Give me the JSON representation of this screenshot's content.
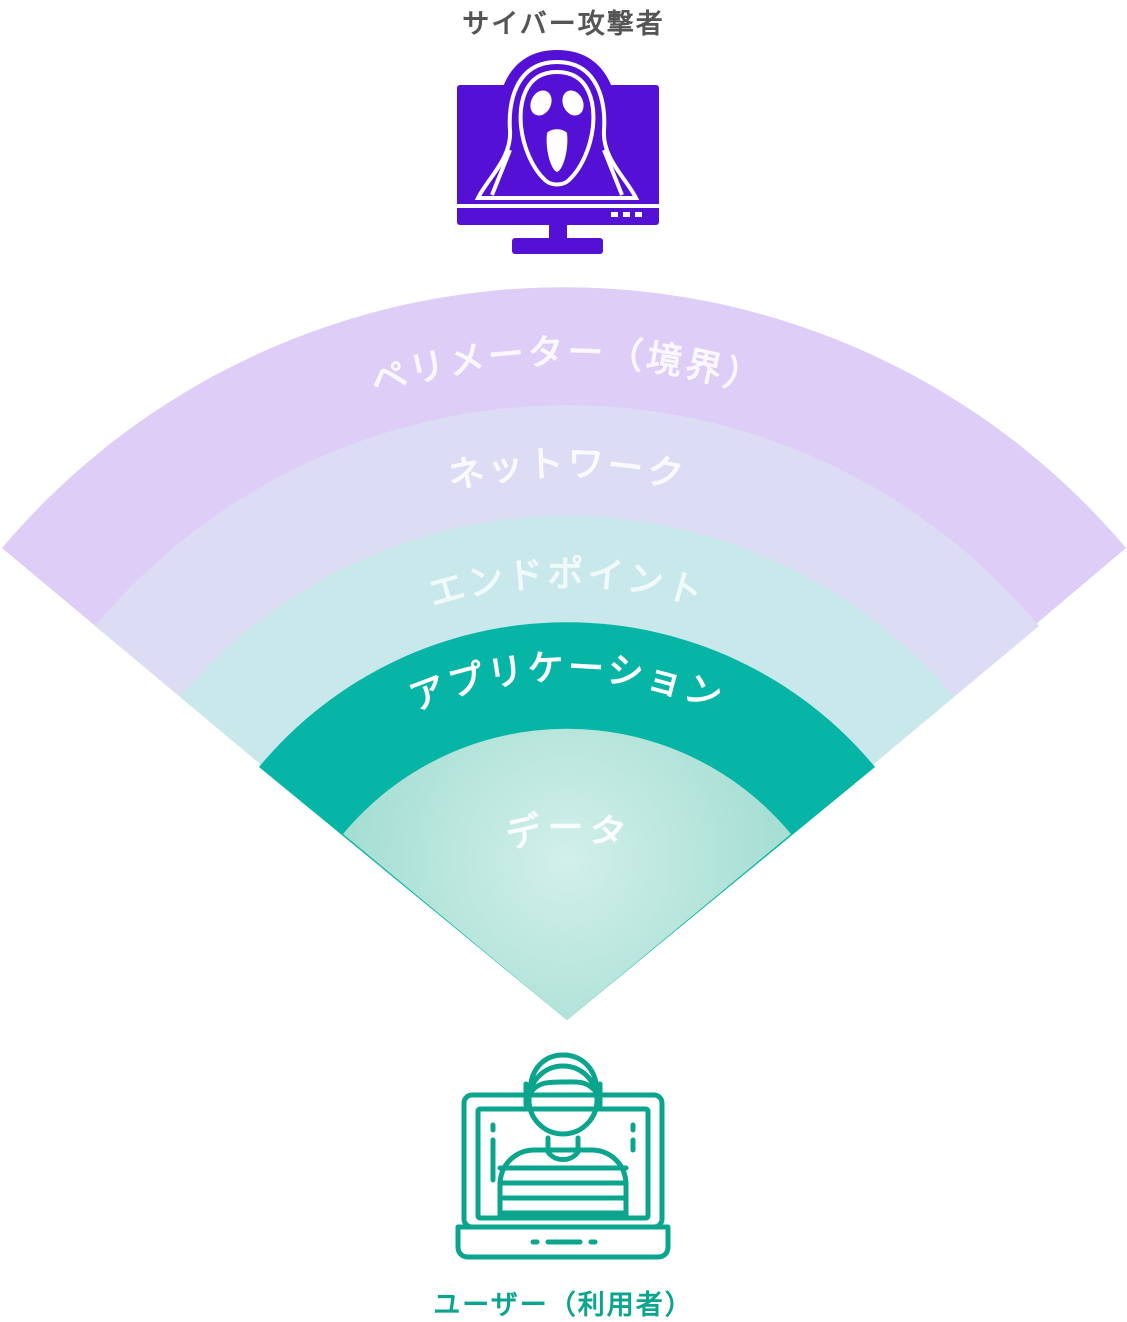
{
  "attacker": {
    "label": "サイバー攻撃者",
    "icon": "scream-mask-monitor-icon",
    "color": "#5410d4"
  },
  "user": {
    "label": "ユーザー（利用者）",
    "icon": "person-laptop-icon",
    "color": "#0aa58c"
  },
  "layers": [
    {
      "label": "ペリメーター（境界）",
      "color": "#decdf7"
    },
    {
      "label": "ネットワーク",
      "color": "#dcdcf5"
    },
    {
      "label": "エンドポイント",
      "color": "#c9e8eb"
    },
    {
      "label": "アプリケーション",
      "color": "#07b5a6"
    },
    {
      "label": "データ",
      "color": "#bfe9e3"
    }
  ]
}
